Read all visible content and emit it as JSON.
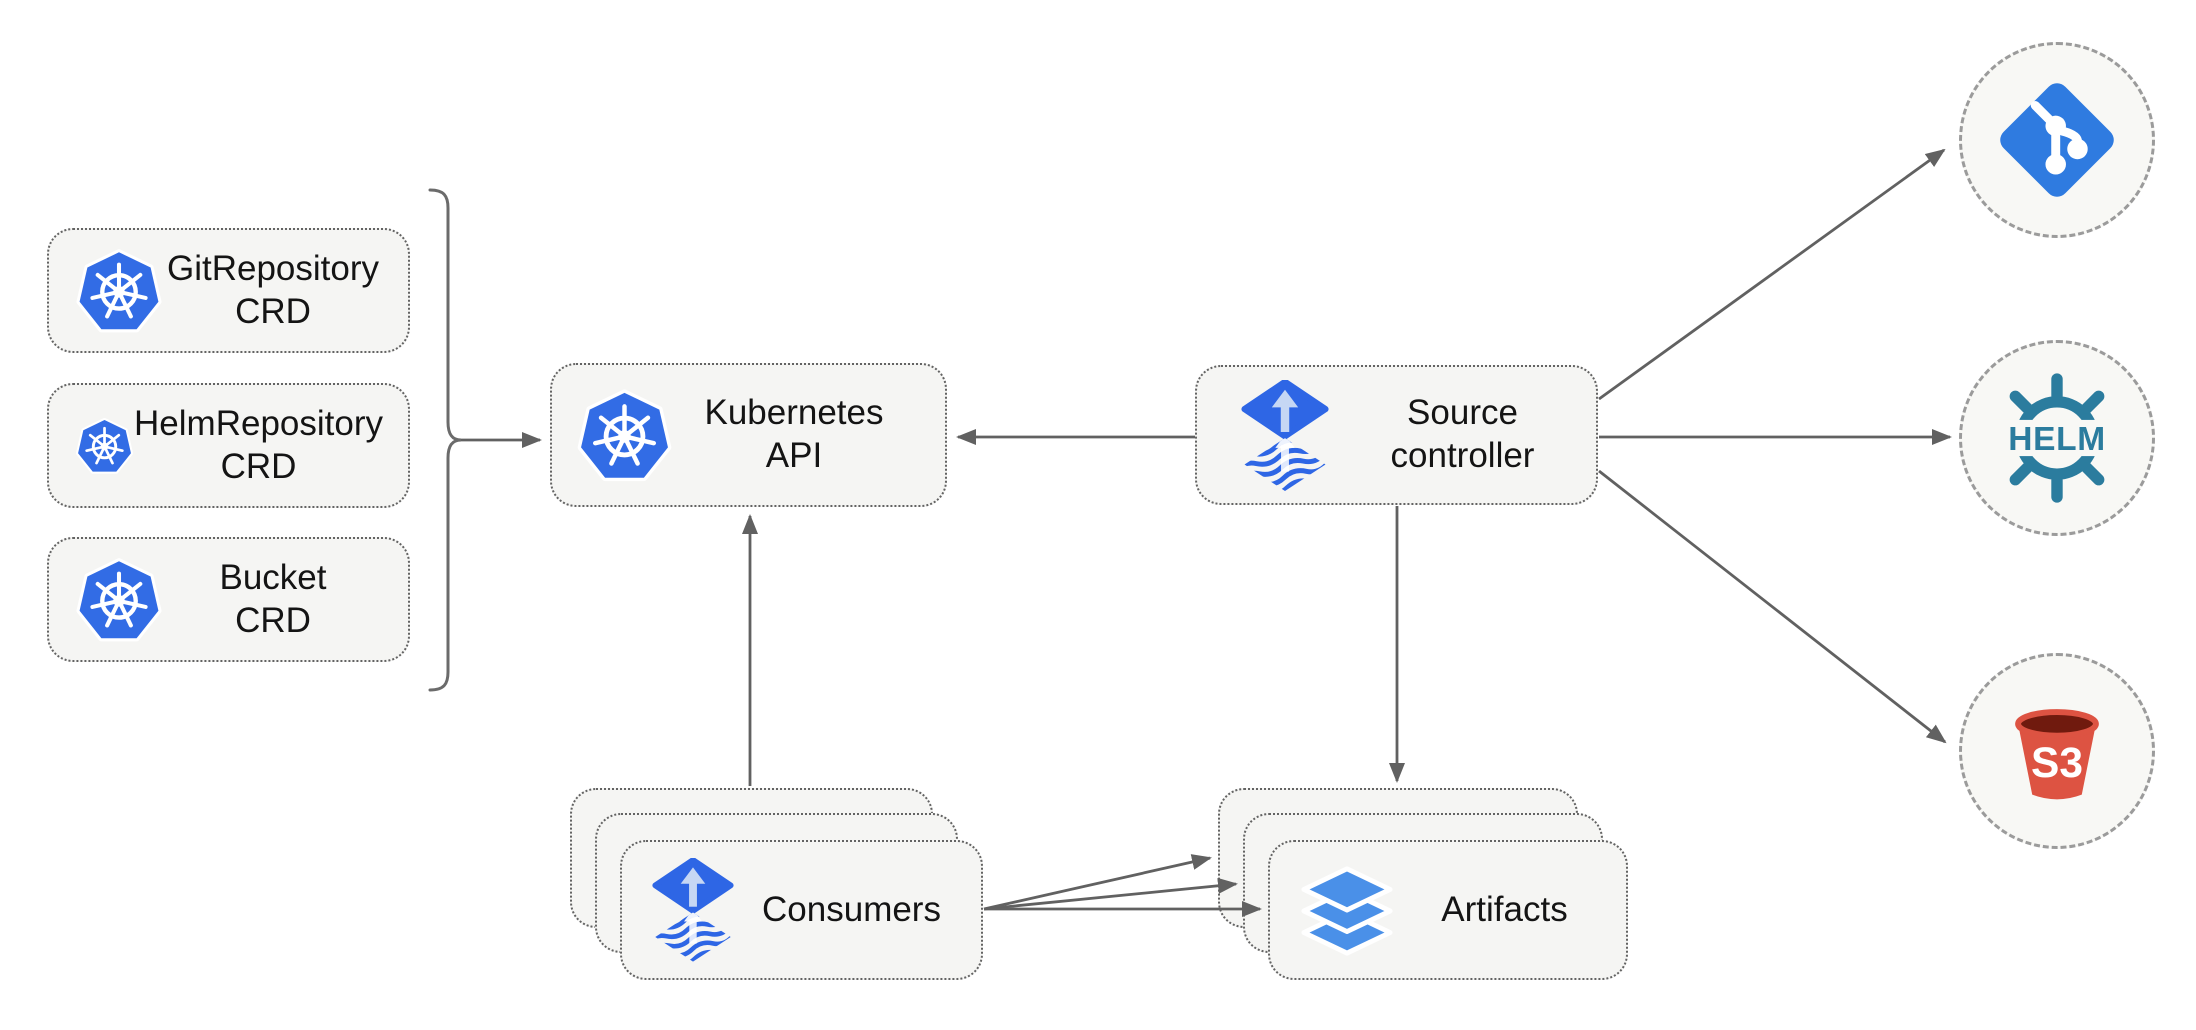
{
  "diagram": {
    "title_hint": "Flux source-controller architecture diagram",
    "crd_boxes": [
      {
        "line1": "GitRepository",
        "line2": "CRD",
        "icon": "kubernetes-icon"
      },
      {
        "line1": "HelmRepository",
        "line2": "CRD",
        "icon": "kubernetes-icon"
      },
      {
        "line1": "Bucket",
        "line2": "CRD",
        "icon": "kubernetes-icon"
      }
    ],
    "kubernetes_api": {
      "label": "Kubernetes API",
      "icon": "kubernetes-icon"
    },
    "source_controller": {
      "line1": "Source",
      "line2": "controller",
      "icon": "flux-source-icon"
    },
    "consumers": {
      "label": "Consumers",
      "icon": "flux-source-icon",
      "stacked": 3
    },
    "artifacts": {
      "label": "Artifacts",
      "icon": "layers-icon",
      "stacked": 3
    },
    "remotes": [
      {
        "name": "git-repository",
        "icon": "git-icon",
        "label": ""
      },
      {
        "name": "helm-repository",
        "icon": "helm-icon",
        "label": "HELM"
      },
      {
        "name": "s3-bucket",
        "icon": "s3-bucket-icon",
        "label": "S3"
      }
    ],
    "colors": {
      "background": "#ffffff",
      "node_fill": "#f5f5f3",
      "node_border": "#636363",
      "circle_fill": "#f8f8f5",
      "circle_border": "#9b9b9b",
      "arrow": "#616161",
      "text": "#141414",
      "kubernetes_blue": "#326ce5",
      "flux_blue": "#2e66e5",
      "flux_arrow_light": "#c6d7f4",
      "git_blue": "#2f7be0",
      "layers_blue": "#4a90e8",
      "helm_teal": "#2b7c9e",
      "s3_red": "#dd5342",
      "s3_dark_red": "#701a0e"
    }
  }
}
